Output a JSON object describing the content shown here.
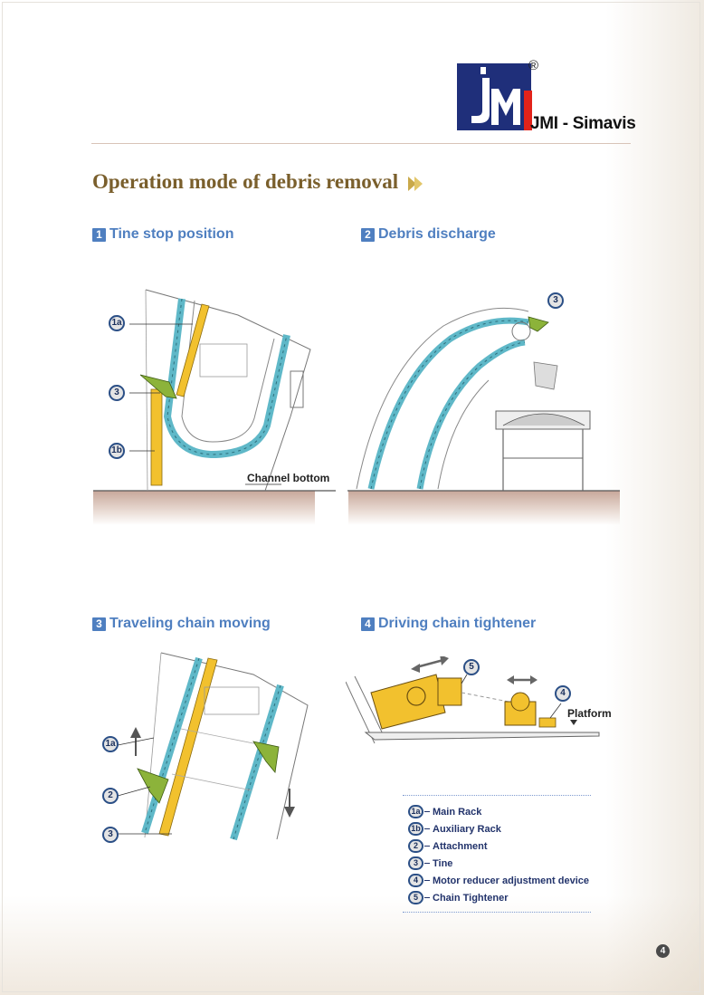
{
  "brand": {
    "registered_mark": "®",
    "name": "JMI - Simavis",
    "logo_colors": {
      "blue": "#1f2f7a",
      "red": "#e2231a"
    }
  },
  "main_title": "Operation mode of debris removal",
  "sections": [
    {
      "number": "1",
      "title": "Tine stop position"
    },
    {
      "number": "2",
      "title": "Debris discharge"
    },
    {
      "number": "3",
      "title": "Traveling chain moving"
    },
    {
      "number": "4",
      "title": "Driving chain tightener"
    }
  ],
  "figures": {
    "fig1": {
      "callouts": [
        "1a",
        "3",
        "1b"
      ],
      "label": "Channel bottom"
    },
    "fig2": {
      "callouts": [
        "3"
      ]
    },
    "fig3": {
      "callouts": [
        "1a",
        "2",
        "3"
      ]
    },
    "fig4": {
      "callouts": [
        "5",
        "4"
      ],
      "label": "Platform"
    }
  },
  "legend": [
    {
      "badge": "1a",
      "text": "Main Rack"
    },
    {
      "badge": "1b",
      "text": "Auxiliary Rack"
    },
    {
      "badge": "2",
      "text": "Attachment"
    },
    {
      "badge": "3",
      "text": "Tine"
    },
    {
      "badge": "4",
      "text": "Motor reducer adjustment device"
    },
    {
      "badge": "5",
      "text": "Chain Tightener"
    }
  ],
  "page_number": "4",
  "colors": {
    "section_title": "#4f7fc0",
    "main_title": "#7a5f2c",
    "chain": "#5fb8c8",
    "rack_yellow": "#f2c12e",
    "tine_green": "#8cb33a"
  }
}
